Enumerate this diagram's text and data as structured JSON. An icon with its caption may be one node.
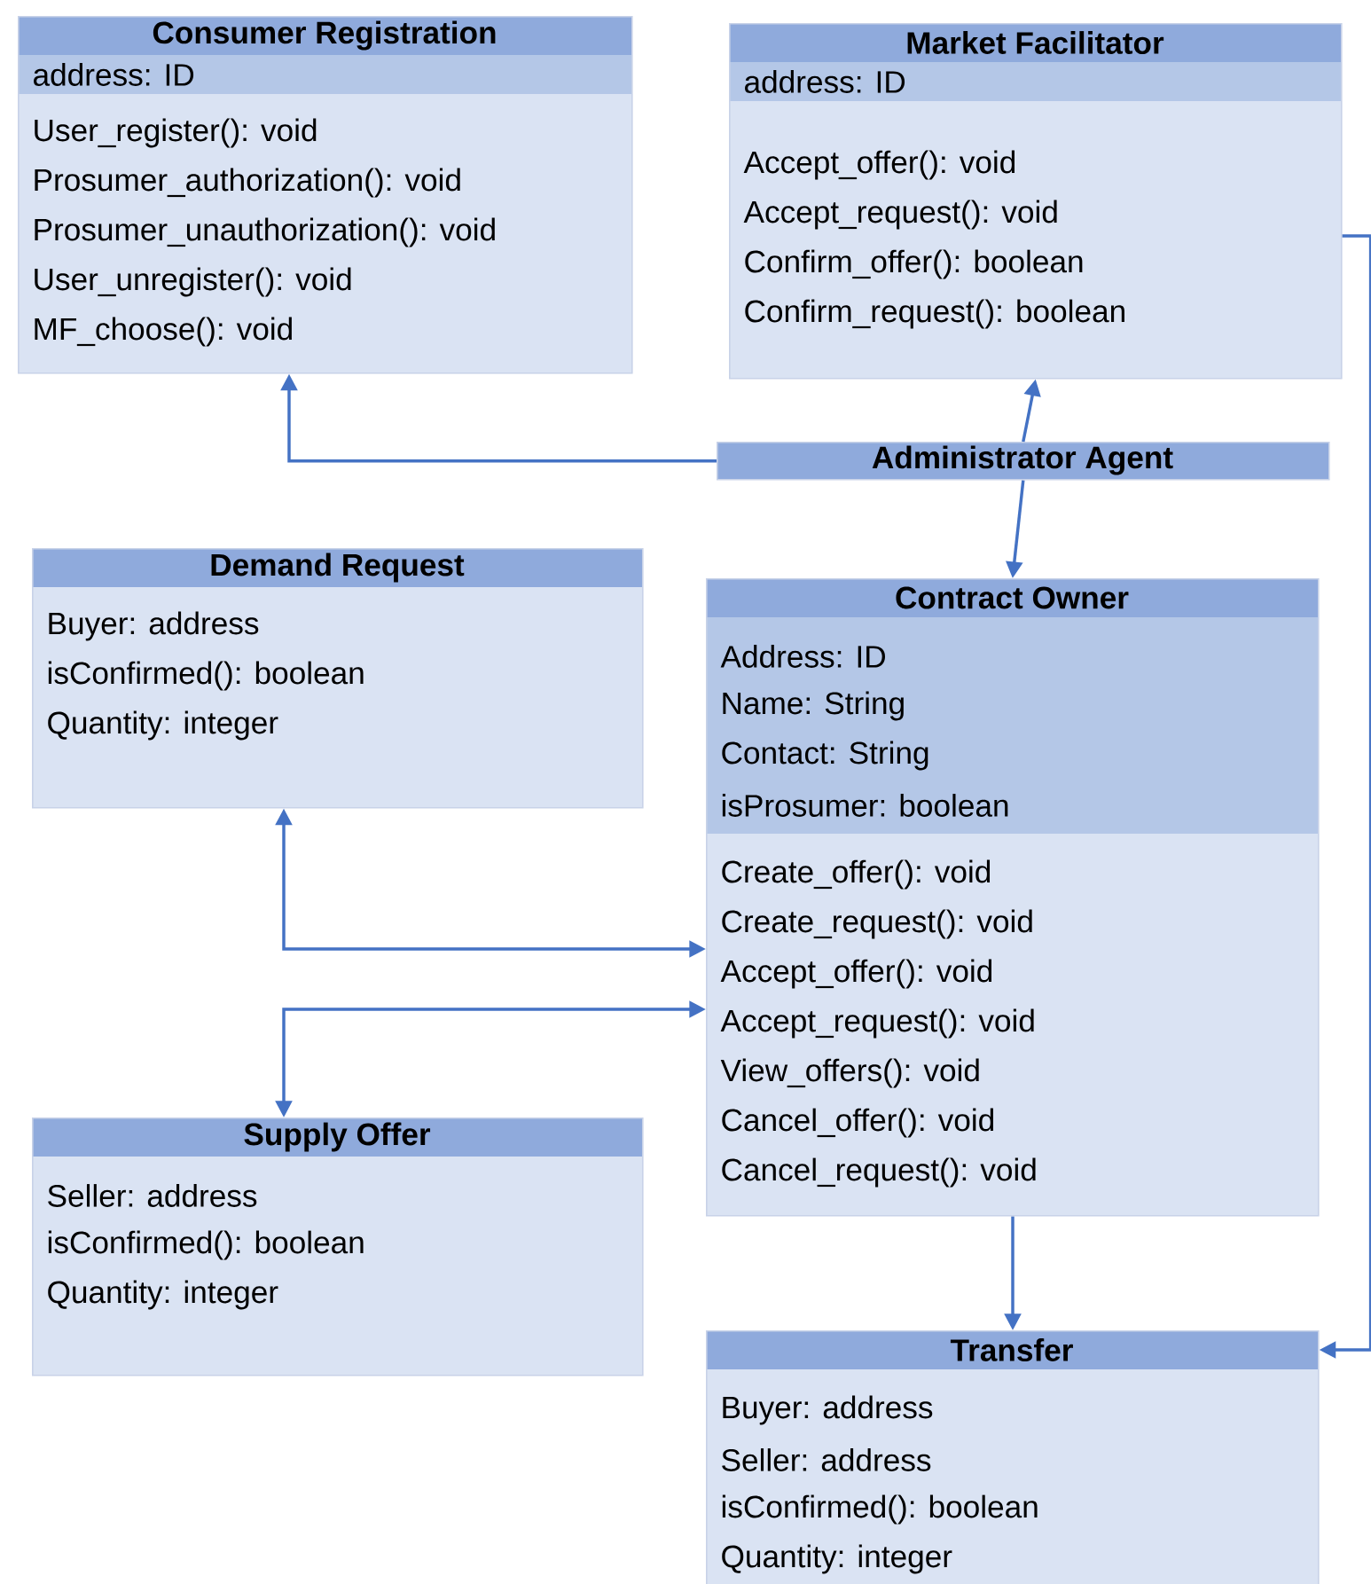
{
  "diagram": {
    "nodes": [
      {
        "text": [
          "Consumer Registration",
          "address: ID",
          "User_register(): void",
          "Prosumer_authorization(): void",
          "Prosumer_unauthorization(): void",
          "User_unregister(): void",
          "MF_choose(): void"
        ]
      },
      {
        "text": [
          "Market Facilitator",
          "address: ID",
          "Accept_offer(): void",
          "Accept_request(): void",
          "Confirm_offer(): boolean",
          "Confirm_request(): boolean"
        ]
      },
      {
        "text": [
          "Administrator Agent"
        ]
      },
      {
        "text": [
          "Demand Request",
          "Buyer: address",
          "isConfirmed(): boolean",
          "Quantity: integer"
        ]
      },
      {
        "text": [
          "Contract Owner",
          "Address: ID",
          "Name: String",
          "Contact: String",
          "isProsumer: boolean",
          "Create_offer(): void",
          "Create_request(): void",
          "Accept_offer(): void",
          "Accept_request(): void",
          "View_offers(): void",
          "Cancel_offer(): void",
          "Cancel_request(): void"
        ]
      },
      {
        "text": [
          "Supply Offer",
          "Seller: address",
          "isConfirmed(): boolean",
          "Quantity: integer"
        ]
      },
      {
        "text": [
          "Transfer",
          "Buyer: address",
          "Seller: address",
          "isConfirmed(): boolean",
          "Quantity: integer"
        ]
      }
    ],
    "edges": [
      {
        "from": 2,
        "to": 0,
        "arrow": "to"
      },
      {
        "from": 2,
        "to": 1,
        "arrow": "to"
      },
      {
        "from": 2,
        "to": 4,
        "arrow": "to"
      },
      {
        "from": 3,
        "to": 4,
        "arrow": "both"
      },
      {
        "from": 5,
        "to": 4,
        "arrow": "both"
      },
      {
        "from": 4,
        "to": 6,
        "arrow": "to"
      },
      {
        "from": 1,
        "to": 6,
        "arrow": "to"
      }
    ]
  }
}
